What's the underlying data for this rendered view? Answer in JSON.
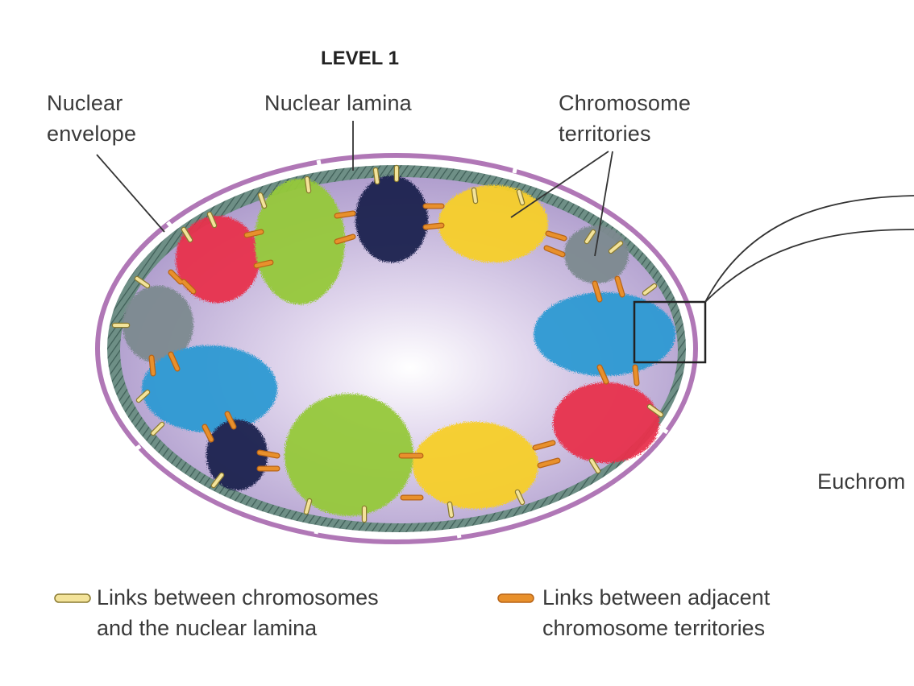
{
  "title": "LEVEL 1",
  "labels": {
    "nuclear_envelope_line1": "Nuclear",
    "nuclear_envelope_line2": "envelope",
    "nuclear_lamina": "Nuclear lamina",
    "chromosome_territories_line1": "Chromosome",
    "chromosome_territories_line2": "territories",
    "euchromatin_partial": "Euchrom"
  },
  "legend": [
    {
      "line1": "Links between chromosomes",
      "line2": "and the nuclear lamina",
      "color": "#f3e39a"
    },
    {
      "line1": "Links between adjacent",
      "line2": "chromosome territories",
      "color": "#de8a2a"
    }
  ],
  "colors": {
    "red": "#e8304e",
    "green": "#96c93a",
    "navy": "#1c2150",
    "yellow": "#f7cf2c",
    "gray": "#7d8a90",
    "blue": "#2e9ad3",
    "envelope": "#b077b6",
    "nucleoplasm": "#c6b5dd"
  }
}
